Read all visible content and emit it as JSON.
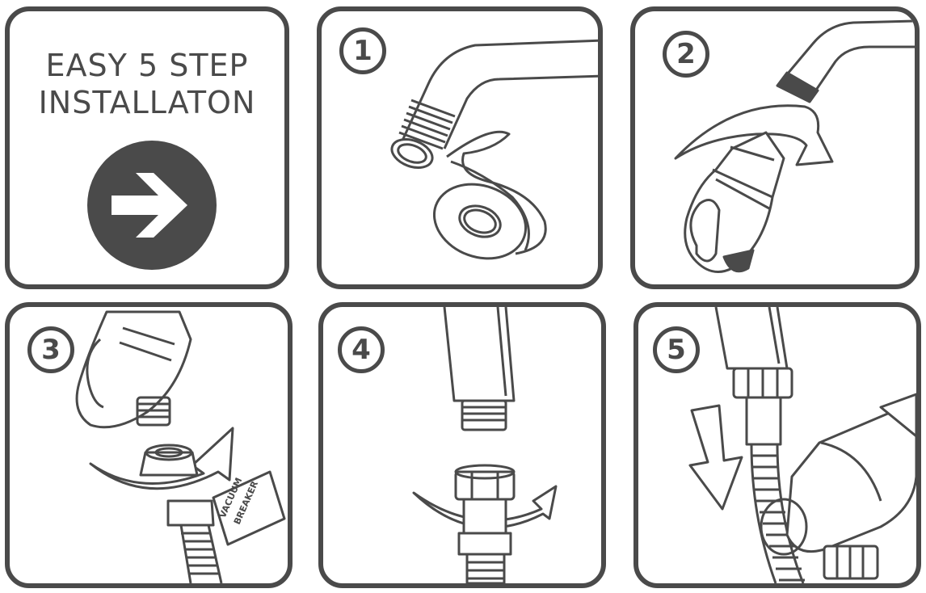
{
  "intro": {
    "title_line1": "EASY 5 STEP",
    "title_line2": "INSTALLATON",
    "icon": "arrow-right-icon"
  },
  "steps": [
    {
      "number": "1"
    },
    {
      "number": "2"
    },
    {
      "number": "3",
      "sticker_line1": "VACUUM",
      "sticker_line2": "BREAKER"
    },
    {
      "number": "4"
    },
    {
      "number": "5"
    }
  ],
  "colors": {
    "stroke": "#4a4a4a",
    "fill_light": "#ffffff",
    "fill_dark": "#4a4a4a"
  }
}
